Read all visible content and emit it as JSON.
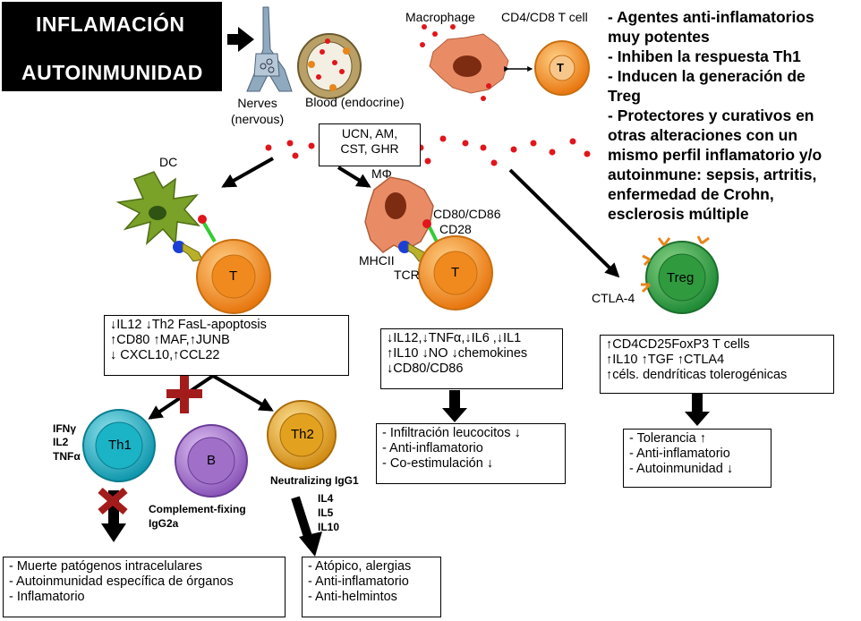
{
  "title": {
    "line1": "INFLAMACIÓN",
    "line2": "AUTOINMUNIDAD"
  },
  "top_labels": {
    "nerves": "Nerves\n(nervous)",
    "blood": "Blood (endocrine)",
    "macrophage": "Macrophage",
    "cd4cd8": "CD4/CD8 T cell"
  },
  "neuropeptides": {
    "line1": "UCN, AM,",
    "line2": "CST, GHR"
  },
  "cell_labels": {
    "dc": "DC",
    "mphi": "MΦ",
    "cd80": "CD80/CD86",
    "cd28": "CD28",
    "mhcii": "MHCII",
    "tcr": "TCR",
    "ctla4": "CTLA-4",
    "t": "T",
    "treg": "Treg",
    "th1": "Th1",
    "th2": "Th2",
    "b": "B"
  },
  "right_text": [
    "- Agentes anti-inflamatorios",
    "muy potentes",
    "- Inhiben la respuesta Th1",
    "- Inducen la generación de",
    "Treg",
    "- Protectores y curativos en",
    "otras alteraciones con un",
    "mismo perfil inflamatorio y/o",
    "autoinmune: sepsis, artritis,",
    "enfermedad de Crohn,",
    "esclerosis múltiple"
  ],
  "dc_effects": [
    "↓IL12   ↓Th2 FasL-apoptosis",
    "↑CD80       ↑MAF,↑JUNB",
    "↓ CXCL10,↑CCL22"
  ],
  "mphi_effects": [
    "↓IL12,↓TNFα,↓IL6 ,↓IL1",
    "↑IL10 ↓NO ↓chemokines",
    "↓CD80/CD86"
  ],
  "mphi_outcomes": [
    "- Infiltración leucocitos ↓",
    "- Anti-inflamatorio",
    "- Co-estimulación    ↓"
  ],
  "treg_effects": [
    "↑CD4CD25FoxP3 T cells",
    "↑IL10  ↑TGF   ↑CTLA4",
    "↑céls. dendríticas tolerogénicas"
  ],
  "treg_outcomes": [
    "- Tolerancia ↑",
    "- Anti-inflamatorio",
    "- Autoinmunidad    ↓"
  ],
  "th1_cytokines": [
    "IFNγ",
    "IL2",
    "TNFα"
  ],
  "complement": [
    "Complement-fixing",
    "IgG2a"
  ],
  "th2_neutralizing": "Neutralizing IgG1",
  "th2_cytokines": [
    "IL4",
    "IL5",
    "IL10"
  ],
  "th1_outcomes": [
    "- Muerte patógenos intracelulares",
    "- Autoinmunidad específica de órganos",
    "- Inflamatorio"
  ],
  "th2_outcomes": [
    "- Atópico, alergias",
    "- Anti-inflamatorio",
    "- Anti-helmintos"
  ],
  "colors": {
    "t_cell": "#f28a1e",
    "treg": "#33a34a",
    "th1": "#1bb3c6",
    "b_cell": "#a070c8",
    "th2": "#e2a11f",
    "dc": "#7aa128",
    "macrophage": "#e88d66",
    "dot": "#e0161c",
    "cross": "#a31c1c"
  }
}
